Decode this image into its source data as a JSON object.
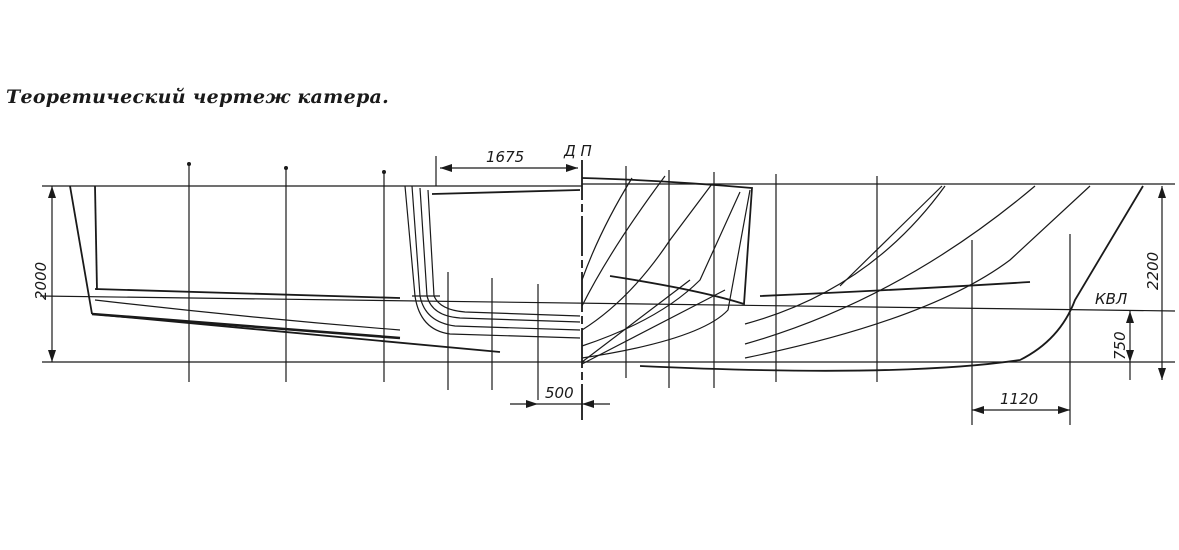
{
  "title": "Теоретический чертеж катера.",
  "labels": {
    "centerline": "Д П",
    "waterline": "КВЛ"
  },
  "dimensions": {
    "half_breadth_top": "1675",
    "depth_aft": "2000",
    "depth_fwd": "2200",
    "draft": "750",
    "bottom_offset": "500",
    "forefoot": "1120"
  }
}
